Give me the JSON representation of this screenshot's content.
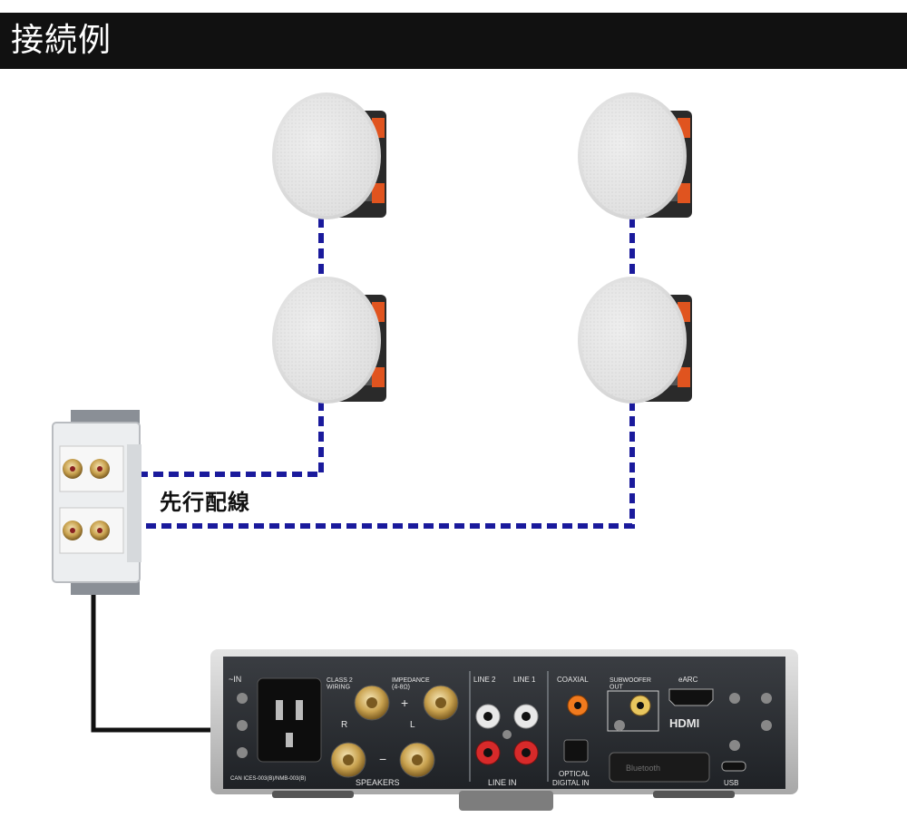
{
  "header": {
    "title": "接続例"
  },
  "diagram": {
    "wiring_label": "先行配線",
    "wire_colors": {
      "pre_wiring": "#1a1a9c",
      "amp_cable": "#111111"
    },
    "speakers": [
      "ceiling-speaker",
      "ceiling-speaker",
      "ceiling-speaker",
      "ceiling-speaker"
    ],
    "amplifier": {
      "ac_in": "~IN",
      "class2": "CLASS 2\nWIRING",
      "impedance": "IMPEDANCE\n(4-8Ω)",
      "ch_r": "R",
      "ch_l": "L",
      "plus": "+",
      "minus": "−",
      "speakers": "SPEAKERS",
      "line2": "LINE 2",
      "line1": "LINE 1",
      "line_in": "LINE IN",
      "coaxial": "COAXIAL",
      "optical": "OPTICAL",
      "digital_in": "DIGITAL IN",
      "subwoofer": "SUBWOOFER\nOUT",
      "earc": "eARC",
      "hdmi": "HDMI",
      "usb": "USB",
      "bluetooth": "Bluetooth",
      "cert": "CAN ICES-003(B)/NMB-003(B)"
    }
  }
}
